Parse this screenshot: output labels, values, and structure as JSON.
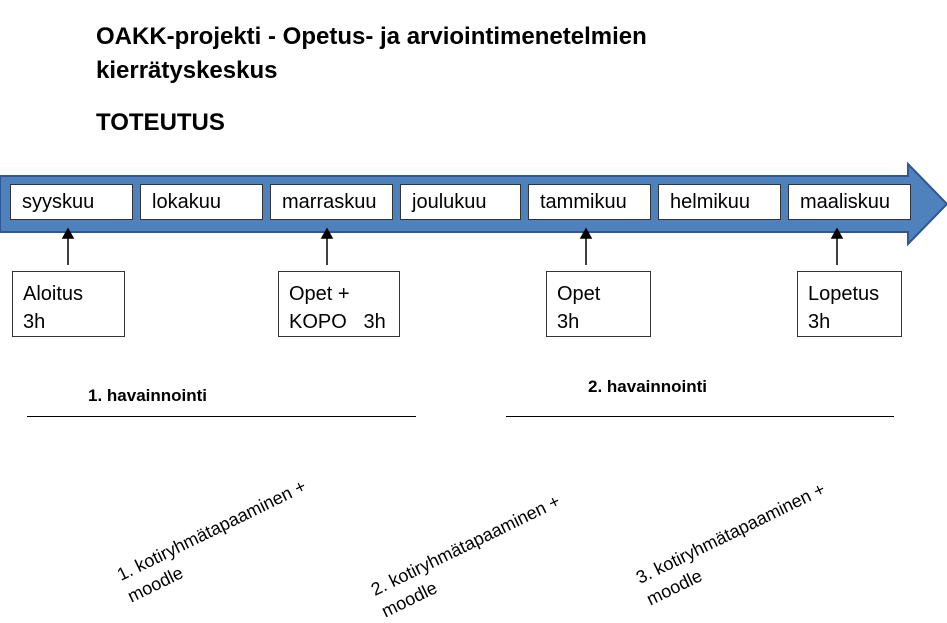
{
  "title": "OAKK-projekti - Opetus- ja arviointimenetelmien kierrätyskeskus",
  "subtitle": "TOTEUTUS",
  "colors": {
    "arrow_fill": "#4F81BD",
    "arrow_stroke": "#2E5894"
  },
  "months": [
    "syyskuu",
    "lokakuu",
    "marraskuu",
    "joulukuu",
    "tammikuu",
    "helmikuu",
    "maaliskuu"
  ],
  "events": [
    {
      "text": "Aloitus\n3h"
    },
    {
      "text": "Opet +\nKOPO   3h"
    },
    {
      "text": "Opet\n3h"
    },
    {
      "text": "Lopetus\n3h"
    }
  ],
  "observations": [
    "1. havainnointi",
    "2. havainnointi"
  ],
  "meetings": [
    "1. kotiryhmätapaaminen +\nmoodle",
    "2. kotiryhmätapaaminen +\nmoodle",
    "3. kotiryhmätapaaminen +\nmoodle"
  ]
}
